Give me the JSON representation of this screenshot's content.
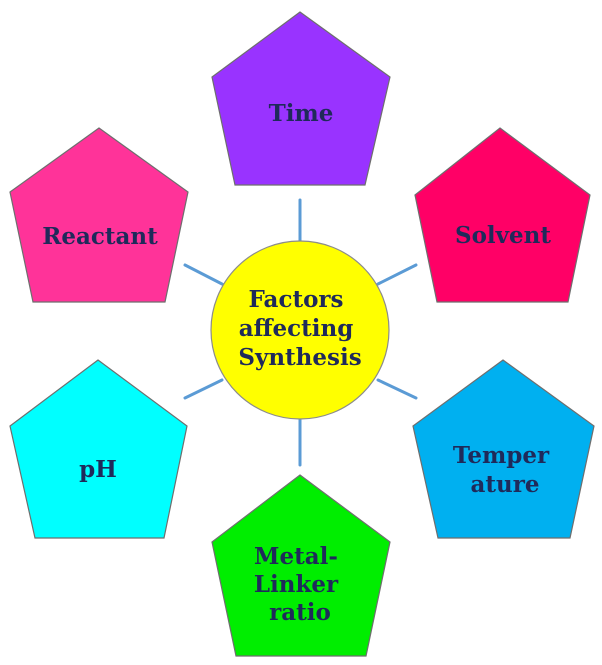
{
  "center": {
    "lines": [
      "Factors",
      "affecting",
      "Synthesis"
    ],
    "color": "#ffff00"
  },
  "factors": [
    {
      "id": "time",
      "lines": [
        "Time"
      ],
      "color": "#9933ff"
    },
    {
      "id": "solvent",
      "lines": [
        "Solvent"
      ],
      "color": "#ff0066"
    },
    {
      "id": "temperature",
      "lines": [
        "Temper",
        "ature"
      ],
      "color": "#00b0f0"
    },
    {
      "id": "metal-linker-ratio",
      "lines": [
        "Metal-",
        "Linker",
        "ratio"
      ],
      "color": "#00ee00"
    },
    {
      "id": "ph",
      "lines": [
        "pH"
      ],
      "color": "#00ffff"
    },
    {
      "id": "reactant",
      "lines": [
        "Reactant"
      ],
      "color": "#ff3399"
    }
  ],
  "connector_color": "#5b9bd5",
  "label_color": "#1f2a5a"
}
